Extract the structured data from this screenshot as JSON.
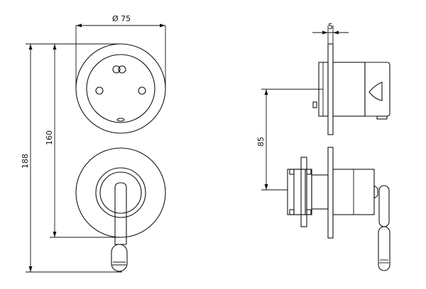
{
  "dimensions": {
    "diameter": "Ø 75",
    "plate_thickness": "5",
    "height_total": "188",
    "height_plates": "160",
    "offset": "85"
  },
  "colors": {
    "line": "#111111",
    "background": "#ffffff"
  }
}
